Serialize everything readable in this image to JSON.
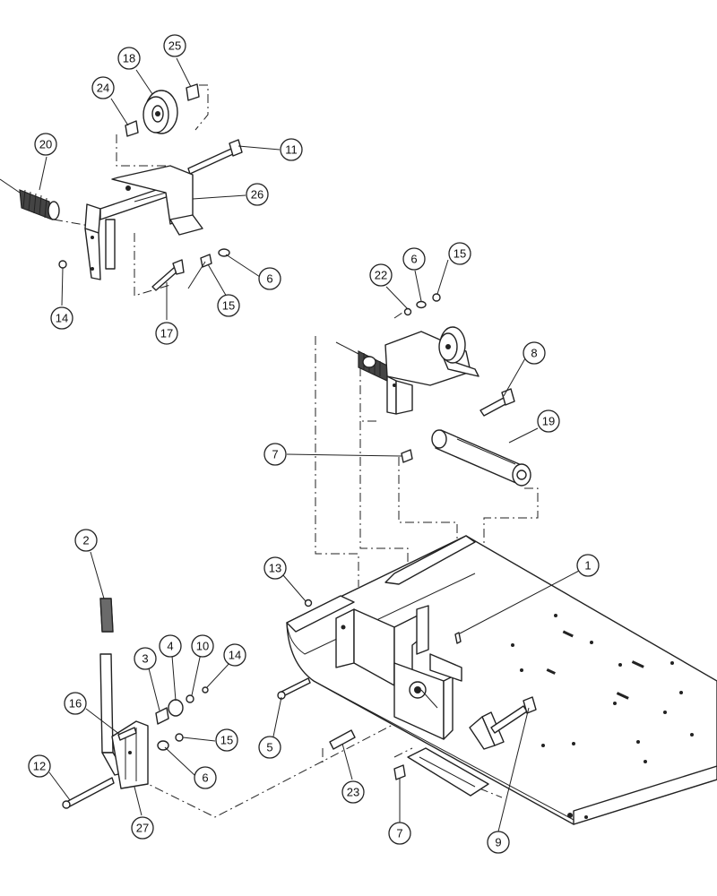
{
  "callouts": [
    {
      "id": "1",
      "label": "1"
    },
    {
      "id": "2",
      "label": "2"
    },
    {
      "id": "3",
      "label": "3"
    },
    {
      "id": "4",
      "label": "4"
    },
    {
      "id": "5",
      "label": "5"
    },
    {
      "id": "6a",
      "label": "6"
    },
    {
      "id": "6b",
      "label": "6"
    },
    {
      "id": "6c",
      "label": "6"
    },
    {
      "id": "7a",
      "label": "7"
    },
    {
      "id": "7b",
      "label": "7"
    },
    {
      "id": "8",
      "label": "8"
    },
    {
      "id": "9",
      "label": "9"
    },
    {
      "id": "10",
      "label": "10"
    },
    {
      "id": "11",
      "label": "11"
    },
    {
      "id": "12",
      "label": "12"
    },
    {
      "id": "13",
      "label": "13"
    },
    {
      "id": "14a",
      "label": "14"
    },
    {
      "id": "14b",
      "label": "14"
    },
    {
      "id": "15a",
      "label": "15"
    },
    {
      "id": "15b",
      "label": "15"
    },
    {
      "id": "15c",
      "label": "15"
    },
    {
      "id": "16",
      "label": "16"
    },
    {
      "id": "17",
      "label": "17"
    },
    {
      "id": "18",
      "label": "18"
    },
    {
      "id": "19",
      "label": "19"
    },
    {
      "id": "20",
      "label": "20"
    },
    {
      "id": "22",
      "label": "22"
    },
    {
      "id": "23",
      "label": "23"
    },
    {
      "id": "24",
      "label": "24"
    },
    {
      "id": "25",
      "label": "25"
    },
    {
      "id": "26",
      "label": "26"
    },
    {
      "id": "27",
      "label": "27"
    }
  ]
}
